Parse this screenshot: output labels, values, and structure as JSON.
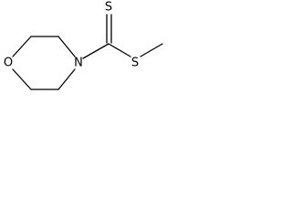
{
  "structure": {
    "atoms": {
      "ring_oxygen": "O",
      "ring_nitrogen": "N",
      "thione_sulfur": "S",
      "thioester_sulfur": "S"
    }
  }
}
